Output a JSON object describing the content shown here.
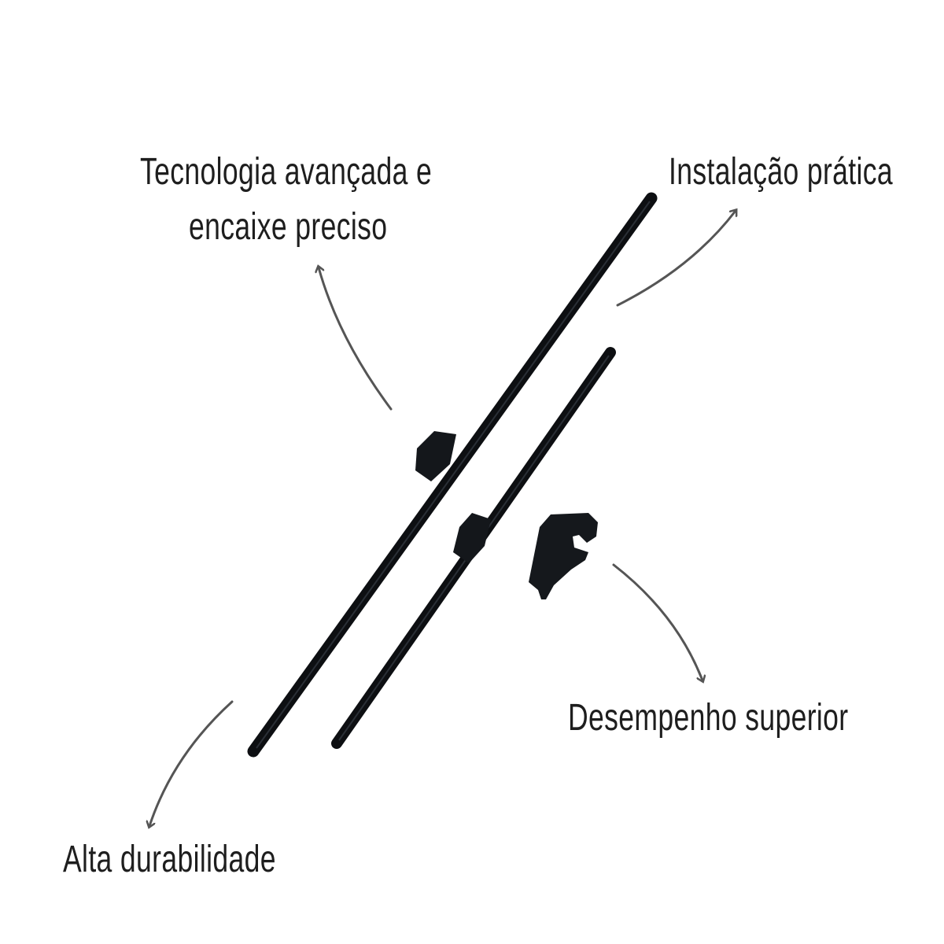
{
  "labels": {
    "tech_line1": "Tecnologia avançada e",
    "tech_line2": "encaixe preciso",
    "install": "Instalação prática",
    "performance": "Desempenho superior",
    "durability": "Alta durabilidade"
  },
  "colors": {
    "blade": "#0d0f12",
    "arrow": "#555555",
    "text": "#1e1e1e"
  }
}
